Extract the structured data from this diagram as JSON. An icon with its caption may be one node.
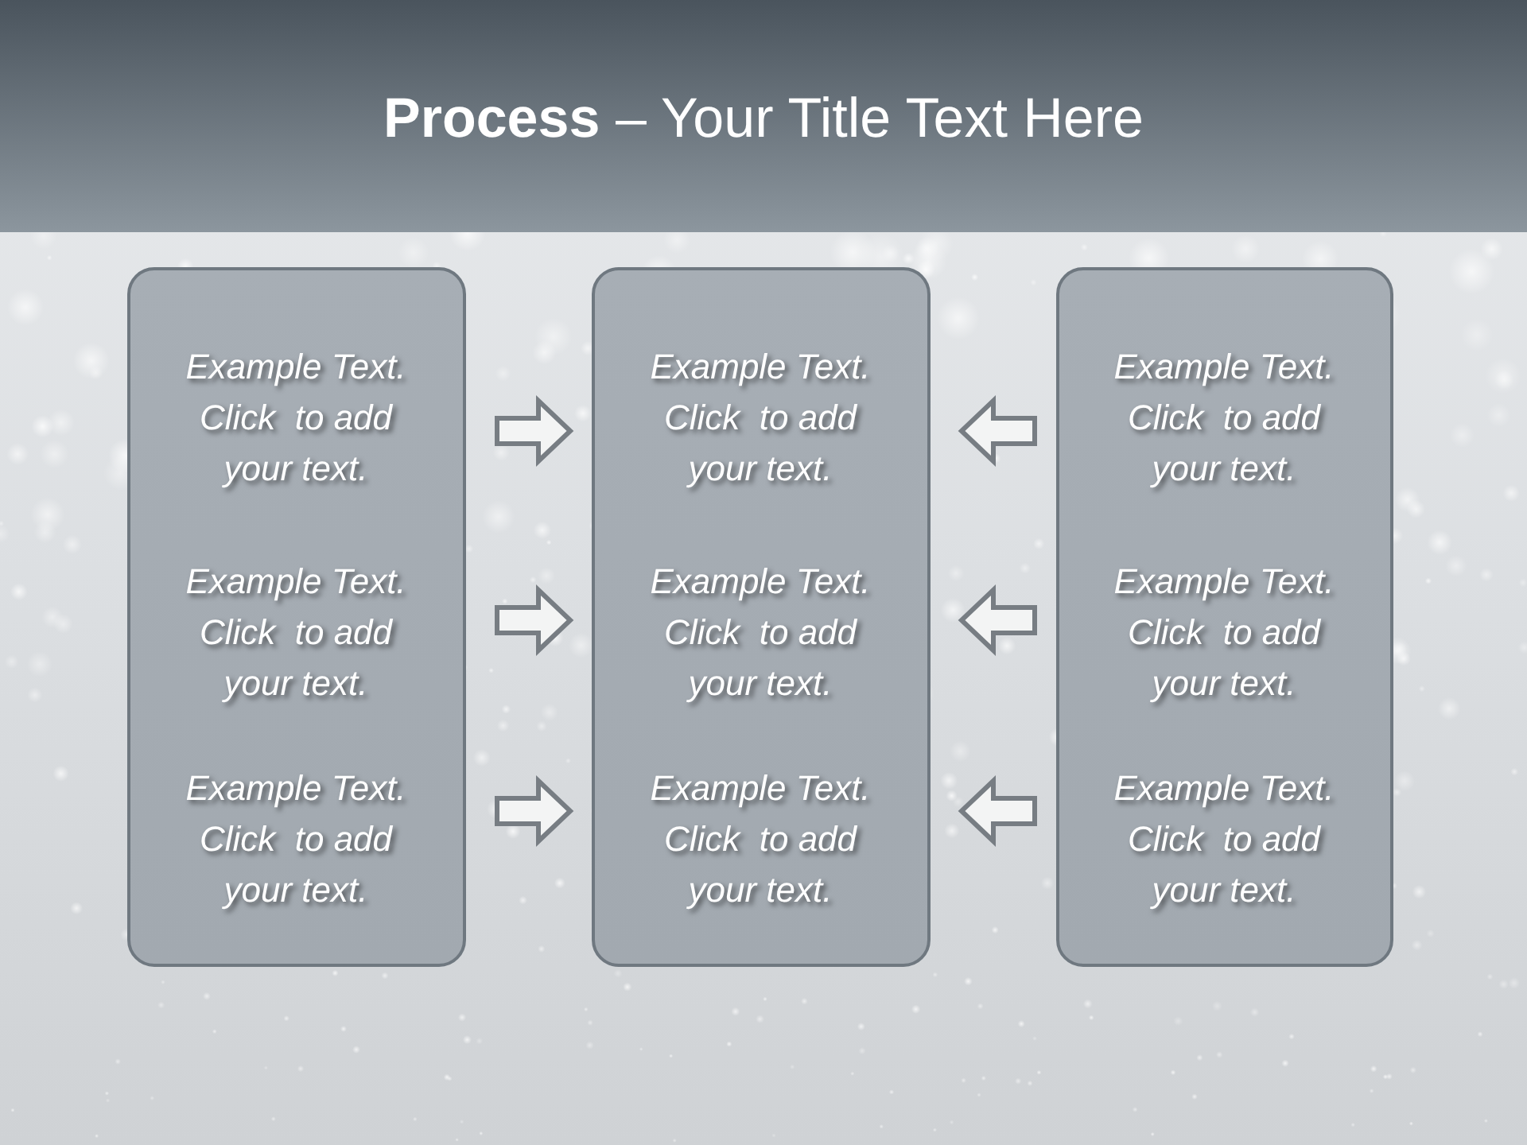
{
  "diagram": {
    "title": "**Process** – Your Title Text Here",
    "nodes": [
      {
        "text": [
          "Example Text. Click  to add your text.",
          "Example Text. Click  to add your text.",
          "Example Text. Click  to add your text."
        ]
      },
      {
        "text": [
          "Example Text. Click  to add your text.",
          "Example Text. Click  to add your text.",
          "Example Text. Click  to add your text."
        ]
      },
      {
        "text": [
          "Example Text. Click  to add your text.",
          "Example Text. Click  to add your text.",
          "Example Text. Click  to add your text."
        ]
      }
    ],
    "edges": [
      {
        "from": 0,
        "to": 1,
        "arrow": "to"
      },
      {
        "from": 0,
        "to": 1,
        "arrow": "to"
      },
      {
        "from": 0,
        "to": 1,
        "arrow": "to"
      },
      {
        "from": 2,
        "to": 1,
        "arrow": "to"
      },
      {
        "from": 2,
        "to": 1,
        "arrow": "to"
      },
      {
        "from": 2,
        "to": 1,
        "arrow": "to"
      }
    ]
  }
}
